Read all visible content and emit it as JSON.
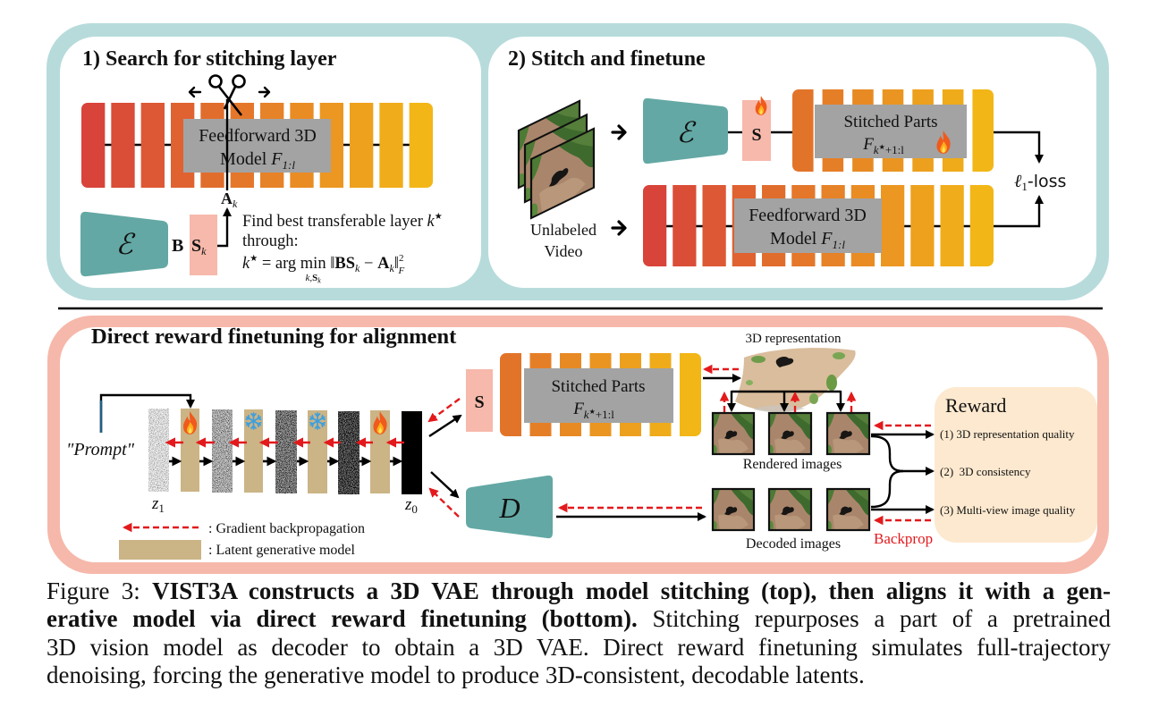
{
  "colors": {
    "top_frame": "#b7dbdb",
    "bottom_frame": "#f6b8aa",
    "encoder": "#63a8a4",
    "stitch_layer": "#f6b9ab",
    "model_box": "#a3a3a3",
    "layer_start": "#d8433a",
    "layer_end": "#f2b617",
    "stitched_start": "#e2742a",
    "latent_model": "#cbb486",
    "reward_box": "#fde9cf",
    "gradient_arrow": "#e3191c"
  },
  "panel_search": {
    "title": "1) Search for stitching layer",
    "model": {
      "line1": "Feedforward 3D",
      "line2": "Model ",
      "symbol": "F",
      "sub": "1:l",
      "layers": 12
    },
    "activation": {
      "symbol": "A",
      "sub": "k"
    },
    "encoder": "ℰ",
    "b_label": "B",
    "stitch_layer": {
      "symbol": "S",
      "sub": "k"
    },
    "description": {
      "line1": "Find best transferable layer ",
      "line1_var": "k",
      "line1_sup": "★",
      "line2": "through:",
      "formula": {
        "lhs": "k",
        "lhs_sup": "★",
        "eq": " = arg ",
        "op": "min",
        "op_sub_a": "k,",
        "op_sub_b": "S",
        "op_sub_c": "k",
        "open": " ‖",
        "t1": "BS",
        "t1_sub": "k",
        "minus": " − ",
        "t2": "A",
        "t2_sub": "k",
        "close": "‖",
        "sup": "2",
        "sub": "F"
      }
    }
  },
  "panel_stitch": {
    "title": "2) Stitch and finetune",
    "input_label": [
      "Unlabeled",
      "Video"
    ],
    "encoder": "ℰ",
    "stitch_layer": "S",
    "stitched": {
      "line1": "Stitched Parts",
      "symbol": "F",
      "sub_k": "k",
      "sub_star": "★",
      "sub_rest": "+1:l",
      "layers": 7
    },
    "model": {
      "line1": "Feedforward 3D",
      "line2": "Model ",
      "symbol": "F",
      "sub": "1:l",
      "layers": 12
    },
    "loss": {
      "symbol": "ℓ",
      "sub": "1",
      "suffix": "-loss"
    }
  },
  "panel_reward": {
    "title": "Direct reward finetuning for alignment",
    "prompt": "\"Prompt\"",
    "generator": {
      "model_states": [
        "trainable",
        "frozen",
        "frozen",
        "trainable"
      ]
    },
    "z_start": {
      "symbol": "z",
      "sub": "1"
    },
    "z_end": {
      "symbol": "z",
      "sub": "0"
    },
    "stitch_layer": "S",
    "stitched": {
      "line1": "Stitched Parts",
      "symbol": "F",
      "sub_k": "k",
      "sub_star": "★",
      "sub_rest": "+1:l",
      "layers": 7
    },
    "decoder": "D",
    "representation_label": "3D representation",
    "rendered_label": "Rendered images",
    "decoded_label": "Decoded images",
    "backprop_label": "Backprop",
    "reward": {
      "title": "Reward",
      "items": [
        "(1) 3D representation quality",
        "(2)  3D consistency",
        "(3) Multi-view image quality"
      ]
    },
    "legend": [
      {
        "label": ": Gradient backpropagation"
      },
      {
        "label": ": Latent generative model"
      }
    ]
  },
  "caption": {
    "label": "Figure 3: ",
    "bold_line1": "VIST3A constructs a 3D VAE through model stitching (top), then aligns it with a gen-",
    "bold_line2": "erative model via direct reward finetuning (bottom).",
    "line2_rest": " Stitching repurposes a part of a pretrained",
    "line3": "3D vision model as decoder to obtain a 3D VAE. Direct reward finetuning simulates full-trajectory",
    "line4": "denoising, forcing the generative model to produce 3D-consistent, decodable latents."
  }
}
